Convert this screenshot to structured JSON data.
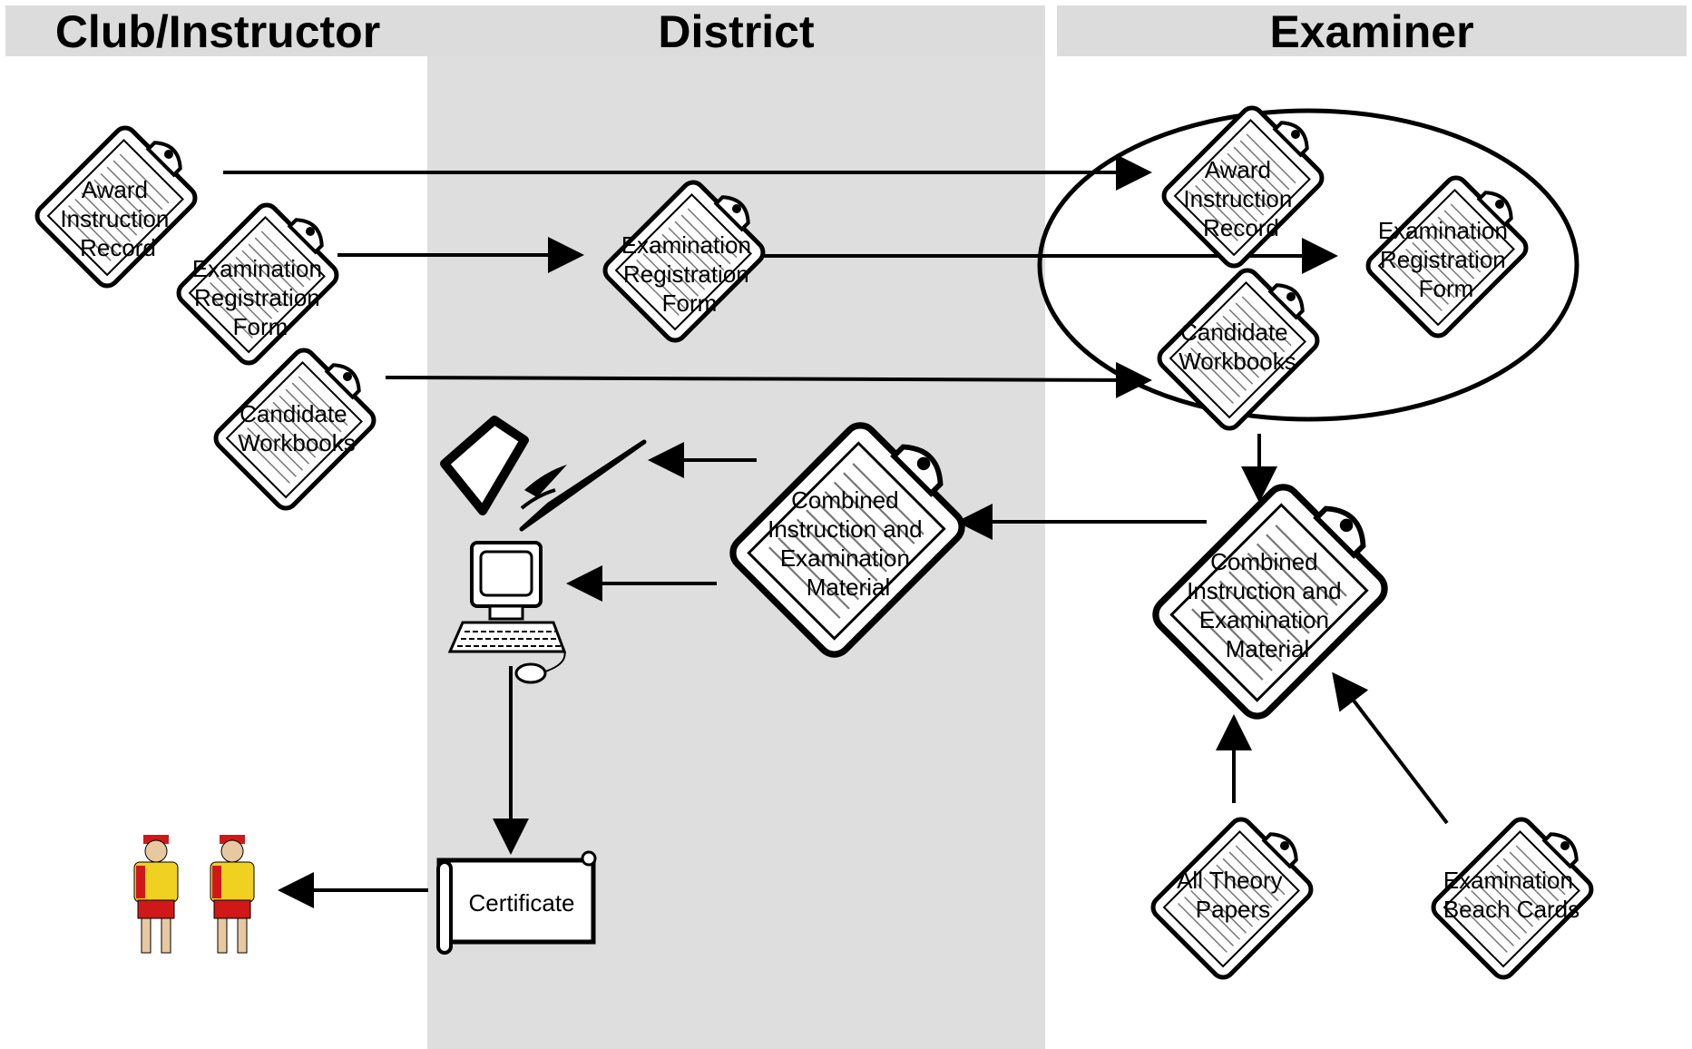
{
  "lanes": {
    "club": "Club/Instructor",
    "district": "District",
    "examiner": "Examiner"
  },
  "documents": {
    "club_award": [
      "Award",
      "Instruction",
      "Record"
    ],
    "club_exam_reg": [
      "Examination",
      "Registration",
      "Form"
    ],
    "club_workbooks": [
      "Candidate",
      "Workbooks"
    ],
    "district_exam_reg": [
      "Examination",
      "Registration",
      "Form"
    ],
    "district_combined": [
      "Combined",
      "Instruction and",
      "Examination",
      "Material"
    ],
    "examiner_award": [
      "Award",
      "Instruction",
      "Record"
    ],
    "examiner_exam_reg": [
      "Examination",
      "Registration",
      "Form"
    ],
    "examiner_workbooks": [
      "Candidate",
      "Workbooks"
    ],
    "examiner_combined": [
      "Combined",
      "Instruction and",
      "Examination",
      "Material"
    ],
    "theory_papers": [
      "All Theory",
      "Papers"
    ],
    "beach_cards": [
      "Examination",
      "Beach Cards"
    ]
  },
  "certificate": "Certificate",
  "icons": [
    "clipboard-icon",
    "signing-pen-icon",
    "computer-icon",
    "certificate-scroll-icon",
    "lifesaver-figure-icon"
  ]
}
